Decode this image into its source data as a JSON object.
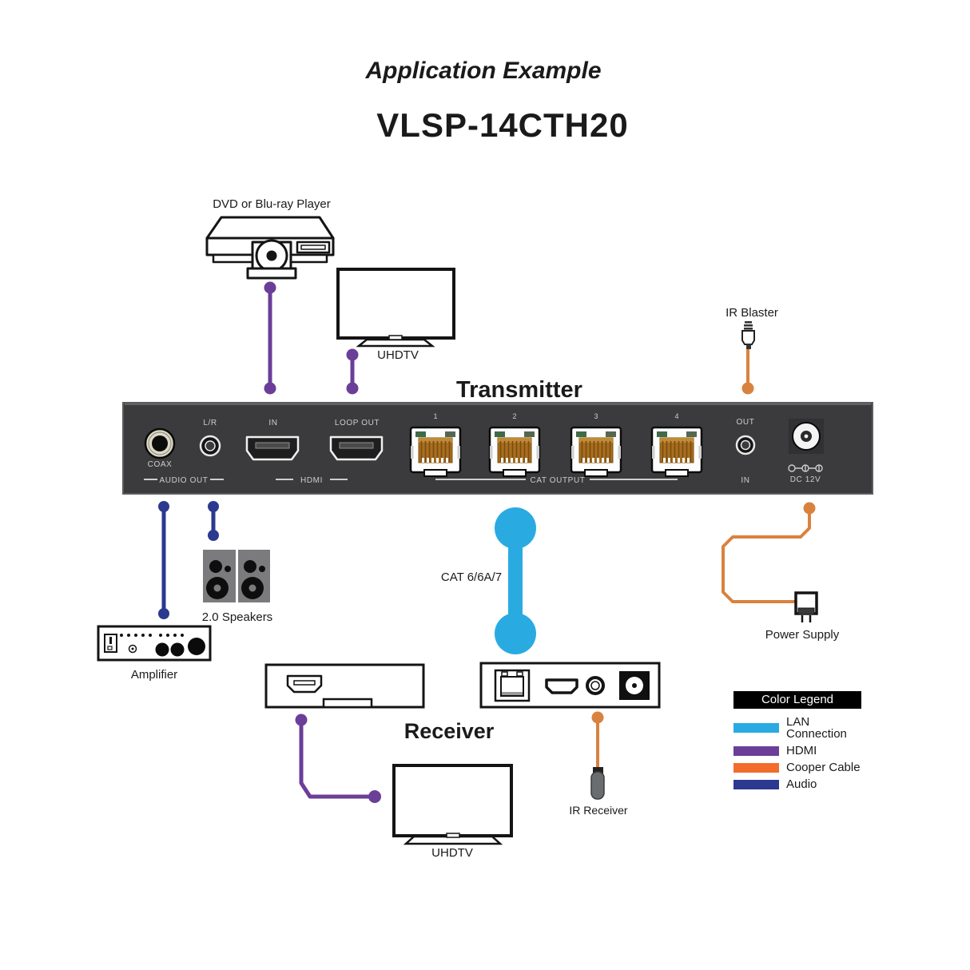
{
  "header": {
    "title": "Application Example",
    "model": "VLSP-14CTH20"
  },
  "labels": {
    "dvd_player": "DVD or Blu-ray Player",
    "uhdtv_top": "UHDTV",
    "transmitter": "Transmitter",
    "ir_blaster": "IR Blaster",
    "cat_cable": "CAT 6/6A/7",
    "speakers": "2.0 Speakers",
    "amplifier": "Amplifier",
    "power_supply": "Power Supply",
    "receiver": "Receiver",
    "ir_receiver": "IR Receiver",
    "uhdtv_bottom": "UHDTV"
  },
  "transmitter_panel": {
    "coax": "COAX",
    "lr": "L/R",
    "hdmi_in": "IN",
    "loop_out": "LOOP OUT",
    "audio_out_group": "AUDIO OUT",
    "hdmi_group": "HDMI",
    "cat_ports": [
      "1",
      "2",
      "3",
      "4"
    ],
    "cat_group": "CAT OUTPUT",
    "ir_out": "OUT",
    "ir_in": "IN",
    "dc": "DC 12V"
  },
  "legend": {
    "title": "Color Legend",
    "items": [
      {
        "label": "LAN Connection",
        "color": "#29ABE2"
      },
      {
        "label": "HDMI",
        "color": "#6B3E98"
      },
      {
        "label": "Cooper Cable",
        "color": "#F26C2C"
      },
      {
        "label": "Audio",
        "color": "#2B3990"
      }
    ]
  },
  "colors": {
    "lan_connection": "#29ABE2",
    "hdmi": "#6B3E98",
    "copper_cable": "#D9823E",
    "audio": "#2B3990",
    "panel": "#3B3B3D"
  }
}
